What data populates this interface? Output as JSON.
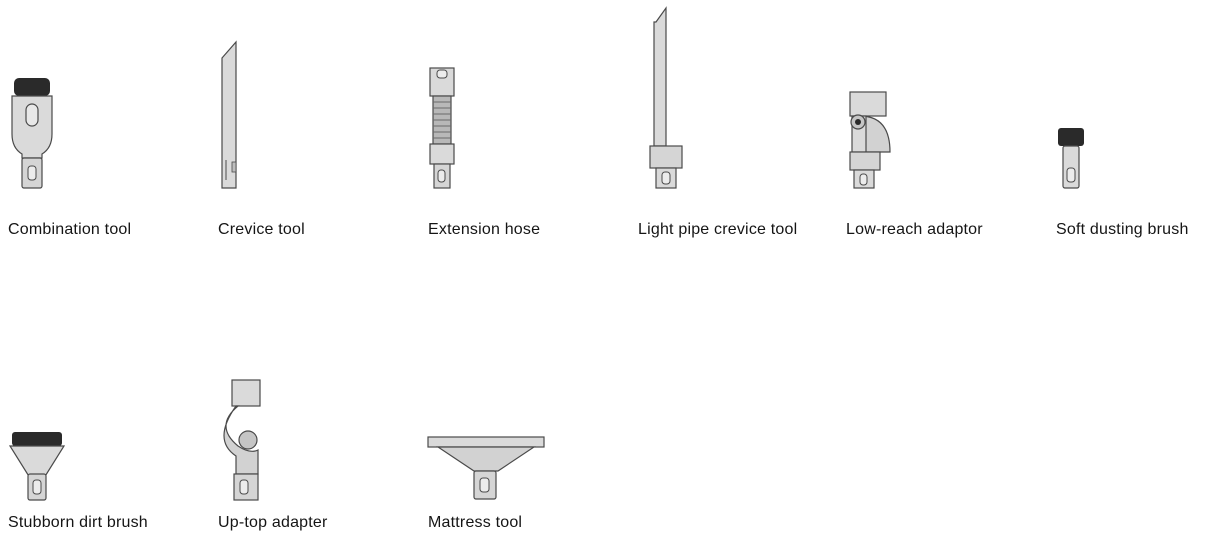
{
  "accessories": [
    {
      "label": "Combination tool",
      "icon": "combination-tool-icon"
    },
    {
      "label": "Crevice tool",
      "icon": "crevice-tool-icon"
    },
    {
      "label": "Extension hose",
      "icon": "extension-hose-icon"
    },
    {
      "label": "Light pipe crevice tool",
      "icon": "light-pipe-crevice-tool-icon"
    },
    {
      "label": "Low-reach adaptor",
      "icon": "low-reach-adaptor-icon"
    },
    {
      "label": "Soft dusting brush",
      "icon": "soft-dusting-brush-icon"
    },
    {
      "label": "Stubborn dirt brush",
      "icon": "stubborn-dirt-brush-icon"
    },
    {
      "label": "Up-top adapter",
      "icon": "up-top-adapter-icon"
    },
    {
      "label": "Mattress tool",
      "icon": "mattress-tool-icon"
    }
  ],
  "colors": {
    "body": "#dadada",
    "dark": "#2a2a2a",
    "outline": "#4a4a4a"
  }
}
